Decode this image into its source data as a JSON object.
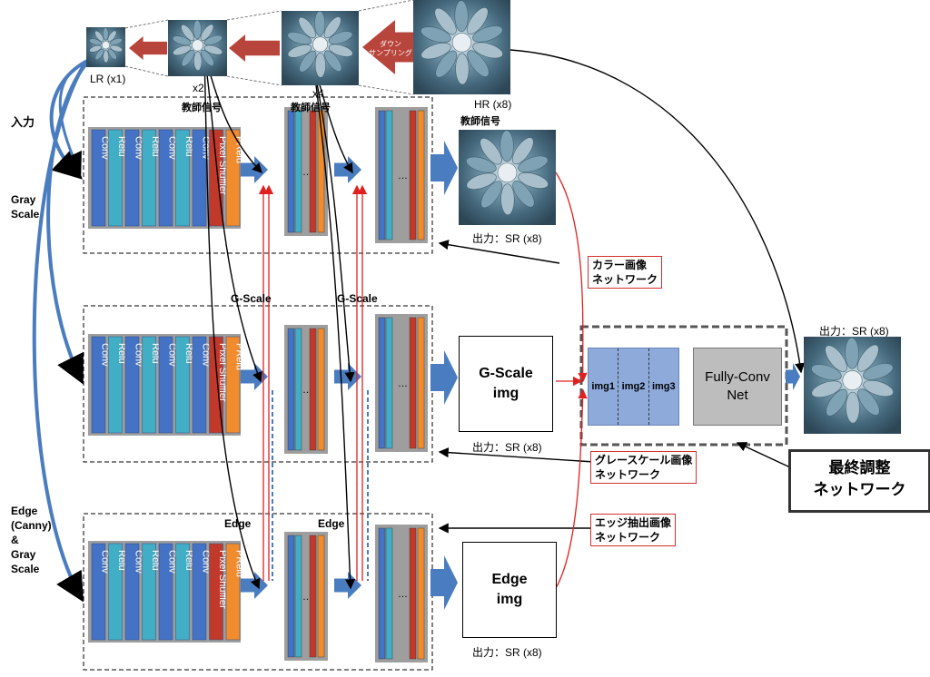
{
  "images": {
    "lr": {
      "label": "LR (x1)"
    },
    "x2": {
      "label": "x2"
    },
    "x4": {
      "label": "x4"
    },
    "hr": {
      "label": "HR (x8)"
    },
    "downsample_label": "ダウン\nサンプリング"
  },
  "teacher_label": "教師信号",
  "left_labels": {
    "input": "入力",
    "gray": "Gray\nScale",
    "edge": "Edge\n(Canny)\n&\nGray\nScale"
  },
  "block_layers": [
    "Conv",
    "Relu",
    "Conv",
    "Relu",
    "Conv",
    "Relu",
    "Conv",
    "Pixel Shuffler",
    "PRelu"
  ],
  "ellipsis": "…",
  "mid_labels": {
    "gscale1": "G-Scale",
    "gscale2": "G-Scale",
    "edge1": "Edge",
    "edge2": "Edge"
  },
  "outputs": {
    "row1_caption": "出力：SR (x8)",
    "gscale_img": "G-Scale\nimg",
    "gscale_caption": "出力：SR (x8)",
    "edge_img": "Edge\nimg",
    "edge_caption": "出力：SR (x8)",
    "final_caption": "出力：SR (x8)"
  },
  "network_labels": {
    "color": "カラー画像\nネットワーク",
    "grayscale": "グレースケール画像\nネットワーク",
    "edge": "エッジ抽出画像\nネットワーク"
  },
  "final_net": {
    "imgs": [
      "img1",
      "img2",
      "img3"
    ],
    "fcn": "Fully-Conv\nNet",
    "title": "最終調整\nネットワーク"
  },
  "colors": {
    "conv": "#4472c4",
    "relu": "#41aec5",
    "pixel_shuffler": "#c0392b",
    "prelu": "#f08c2e",
    "arrow": "#4a7cc0",
    "red_link": "#e02020",
    "down_arrow": "#b8453c"
  }
}
